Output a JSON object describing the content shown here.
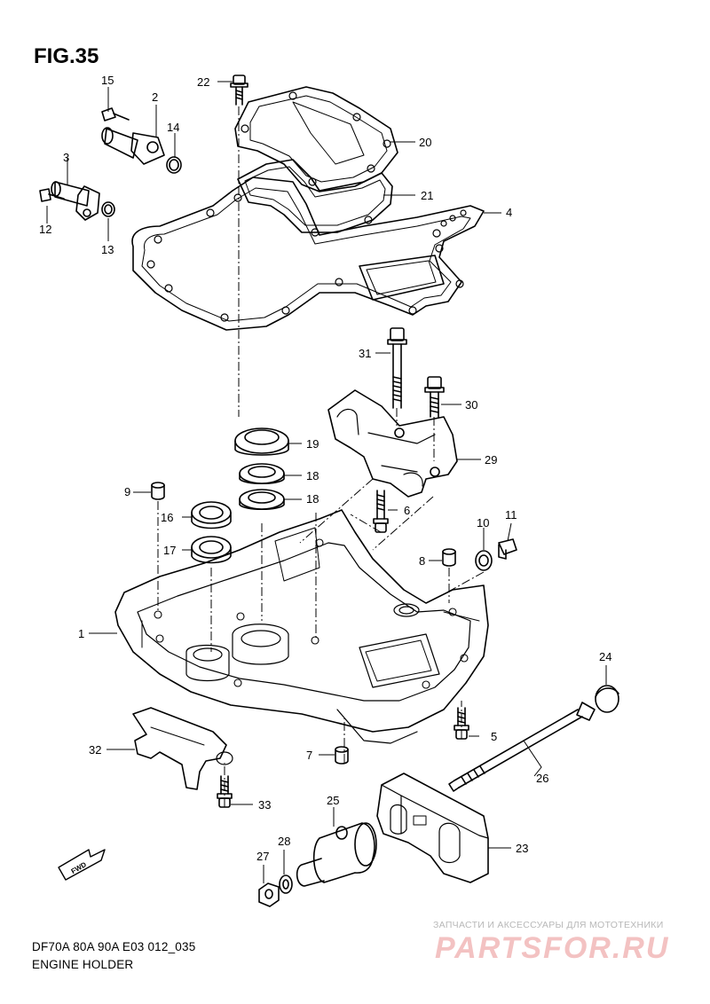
{
  "figure": {
    "title": "FIG.35",
    "caption_line1": "DF70A 80A 90A E03 012_035",
    "caption_line2": "ENGINE HOLDER",
    "direction_label": "FWD"
  },
  "watermark": {
    "tagline": "ЗАПЧАСТИ И АКСЕССУАРЫ ДЛЯ МОТОТЕХНИКИ",
    "site": "PARTSFOR.RU"
  },
  "callouts": [
    {
      "num": "1",
      "part": "engine-holder"
    },
    {
      "num": "2",
      "part": "sensor-housing"
    },
    {
      "num": "3",
      "part": "sensor-body"
    },
    {
      "num": "4",
      "part": "gasket"
    },
    {
      "num": "5",
      "part": "bolt"
    },
    {
      "num": "6",
      "part": "bolt"
    },
    {
      "num": "7",
      "part": "dowel-pin"
    },
    {
      "num": "8",
      "part": "dowel-pin"
    },
    {
      "num": "9",
      "part": "dowel-pin"
    },
    {
      "num": "10",
      "part": "washer"
    },
    {
      "num": "11",
      "part": "plug"
    },
    {
      "num": "12",
      "part": "bolt"
    },
    {
      "num": "13",
      "part": "o-ring"
    },
    {
      "num": "14",
      "part": "o-ring"
    },
    {
      "num": "15",
      "part": "bolt"
    },
    {
      "num": "16",
      "part": "bearing"
    },
    {
      "num": "17",
      "part": "bearing"
    },
    {
      "num": "18",
      "part": "seal"
    },
    {
      "num": "19",
      "part": "seal"
    },
    {
      "num": "20",
      "part": "cover"
    },
    {
      "num": "21",
      "part": "gasket"
    },
    {
      "num": "22",
      "part": "bolt"
    },
    {
      "num": "23",
      "part": "mount"
    },
    {
      "num": "24",
      "part": "cap"
    },
    {
      "num": "25",
      "part": "bushing"
    },
    {
      "num": "26",
      "part": "bolt"
    },
    {
      "num": "27",
      "part": "nut"
    },
    {
      "num": "28",
      "part": "washer"
    },
    {
      "num": "29",
      "part": "bracket"
    },
    {
      "num": "30",
      "part": "bolt"
    },
    {
      "num": "31",
      "part": "bolt"
    },
    {
      "num": "32",
      "part": "bracket"
    },
    {
      "num": "33",
      "part": "bolt"
    }
  ]
}
